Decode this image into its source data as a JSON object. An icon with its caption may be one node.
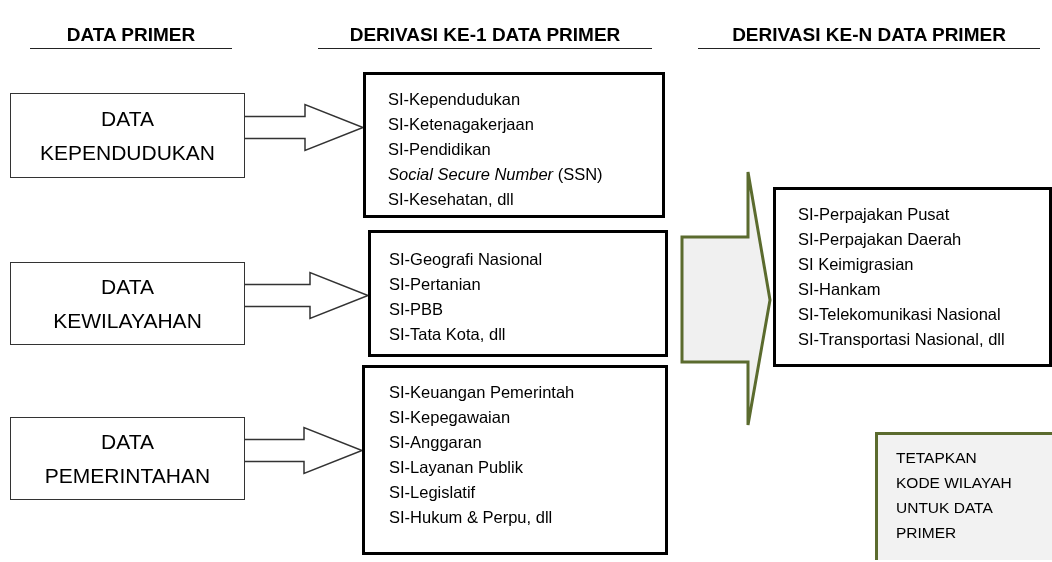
{
  "diagram": {
    "nodes": [
      {
        "text": [
          "DATA KEPENDUDUKAN"
        ]
      },
      {
        "text": [
          "DATA KEWILAYAHAN"
        ]
      },
      {
        "text": [
          "DATA PEMERINTAHAN"
        ]
      },
      {
        "text": [
          "SI-Kependudukan",
          "SI-Ketenagakerjaan",
          "SI-Pendidikan",
          "*Social Secure Number* (SSN)",
          "SI-Kesehatan, dll"
        ]
      },
      {
        "text": [
          "SI-Geografi Nasional",
          "SI-Pertanian",
          "SI-PBB",
          "SI-Tata Kota, dll"
        ]
      },
      {
        "text": [
          "SI-Keuangan Pemerintah",
          "SI-Kepegawaian",
          "SI-Anggaran",
          "SI-Layanan Publik",
          "SI-Legislatif",
          "SI-Hukum & Perpu, dll"
        ]
      },
      {
        "text": [
          "SI-Perpajakan Pusat",
          "SI-Perpajakan Daerah",
          "SI Keimigrasian",
          "SI-Hankam",
          "SI-Telekomunikasi Nasional",
          "SI-Transportasi Nasional, dll"
        ]
      },
      {
        "text": [
          "TETAPKAN KODE WILAYAH UNTUK DATA PRIMER"
        ]
      }
    ],
    "edges": [
      {
        "from": 0,
        "to": 3,
        "arrow": "to"
      },
      {
        "from": 1,
        "to": 4,
        "arrow": "to"
      },
      {
        "from": 2,
        "to": 5,
        "arrow": "to"
      },
      {
        "from": 3,
        "to": 6,
        "arrow": "to",
        "style": "thick",
        "color": "#5b6b2e"
      },
      {
        "from": 4,
        "to": 6,
        "arrow": "to",
        "style": "thick",
        "color": "#5b6b2e"
      },
      {
        "from": 5,
        "to": 6,
        "arrow": "to",
        "style": "thick",
        "color": "#5b6b2e"
      }
    ],
    "labels": [
      "DATA PRIMER",
      "DERIVASI KE-1 DATA PRIMER",
      "DERIVASI KE-N DATA PRIMER"
    ]
  }
}
